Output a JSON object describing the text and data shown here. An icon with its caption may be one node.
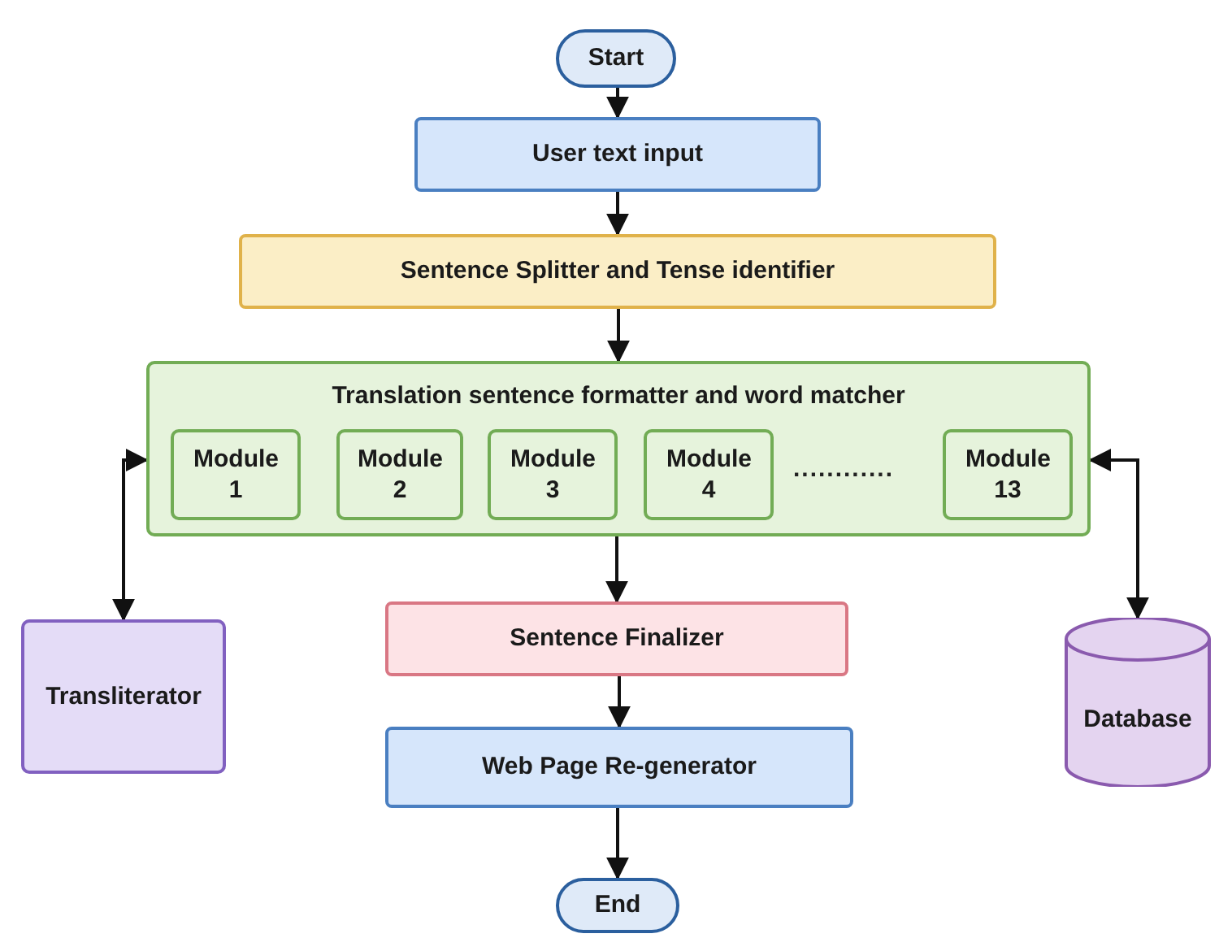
{
  "diagram": {
    "nodes": [
      {
        "text": [
          "Start"
        ]
      },
      {
        "text": [
          "User text input"
        ]
      },
      {
        "text": [
          "Sentence Splitter and Tense identifier"
        ]
      },
      {
        "text": [
          "Translation sentence formatter and word matcher"
        ]
      },
      {
        "text": [
          "Module 1"
        ],
        "in": 3
      },
      {
        "text": [
          "Module 2"
        ],
        "in": 3
      },
      {
        "text": [
          "Module 3"
        ],
        "in": 3
      },
      {
        "text": [
          "Module 4"
        ],
        "in": 3
      },
      {
        "text": [
          "Module 13"
        ],
        "in": 3
      },
      {
        "text": [
          "Transliterator"
        ]
      },
      {
        "text": [
          "Sentence Finalizer"
        ]
      },
      {
        "text": [
          "Database"
        ]
      },
      {
        "text": [
          "Web Page Re-generator"
        ]
      },
      {
        "text": [
          "End"
        ]
      }
    ],
    "edges": [
      {
        "from": 0,
        "to": 1,
        "arrow": "to"
      },
      {
        "from": 1,
        "to": 2,
        "arrow": "to"
      },
      {
        "from": 2,
        "to": 3,
        "arrow": "to"
      },
      {
        "from": 3,
        "to": 9,
        "arrow": "both"
      },
      {
        "from": 3,
        "to": 10,
        "arrow": "to"
      },
      {
        "from": 3,
        "to": 11,
        "arrow": "both"
      },
      {
        "from": 10,
        "to": 12,
        "arrow": "to"
      },
      {
        "from": 12,
        "to": 13,
        "arrow": "to"
      }
    ],
    "labels": [
      "............"
    ]
  }
}
